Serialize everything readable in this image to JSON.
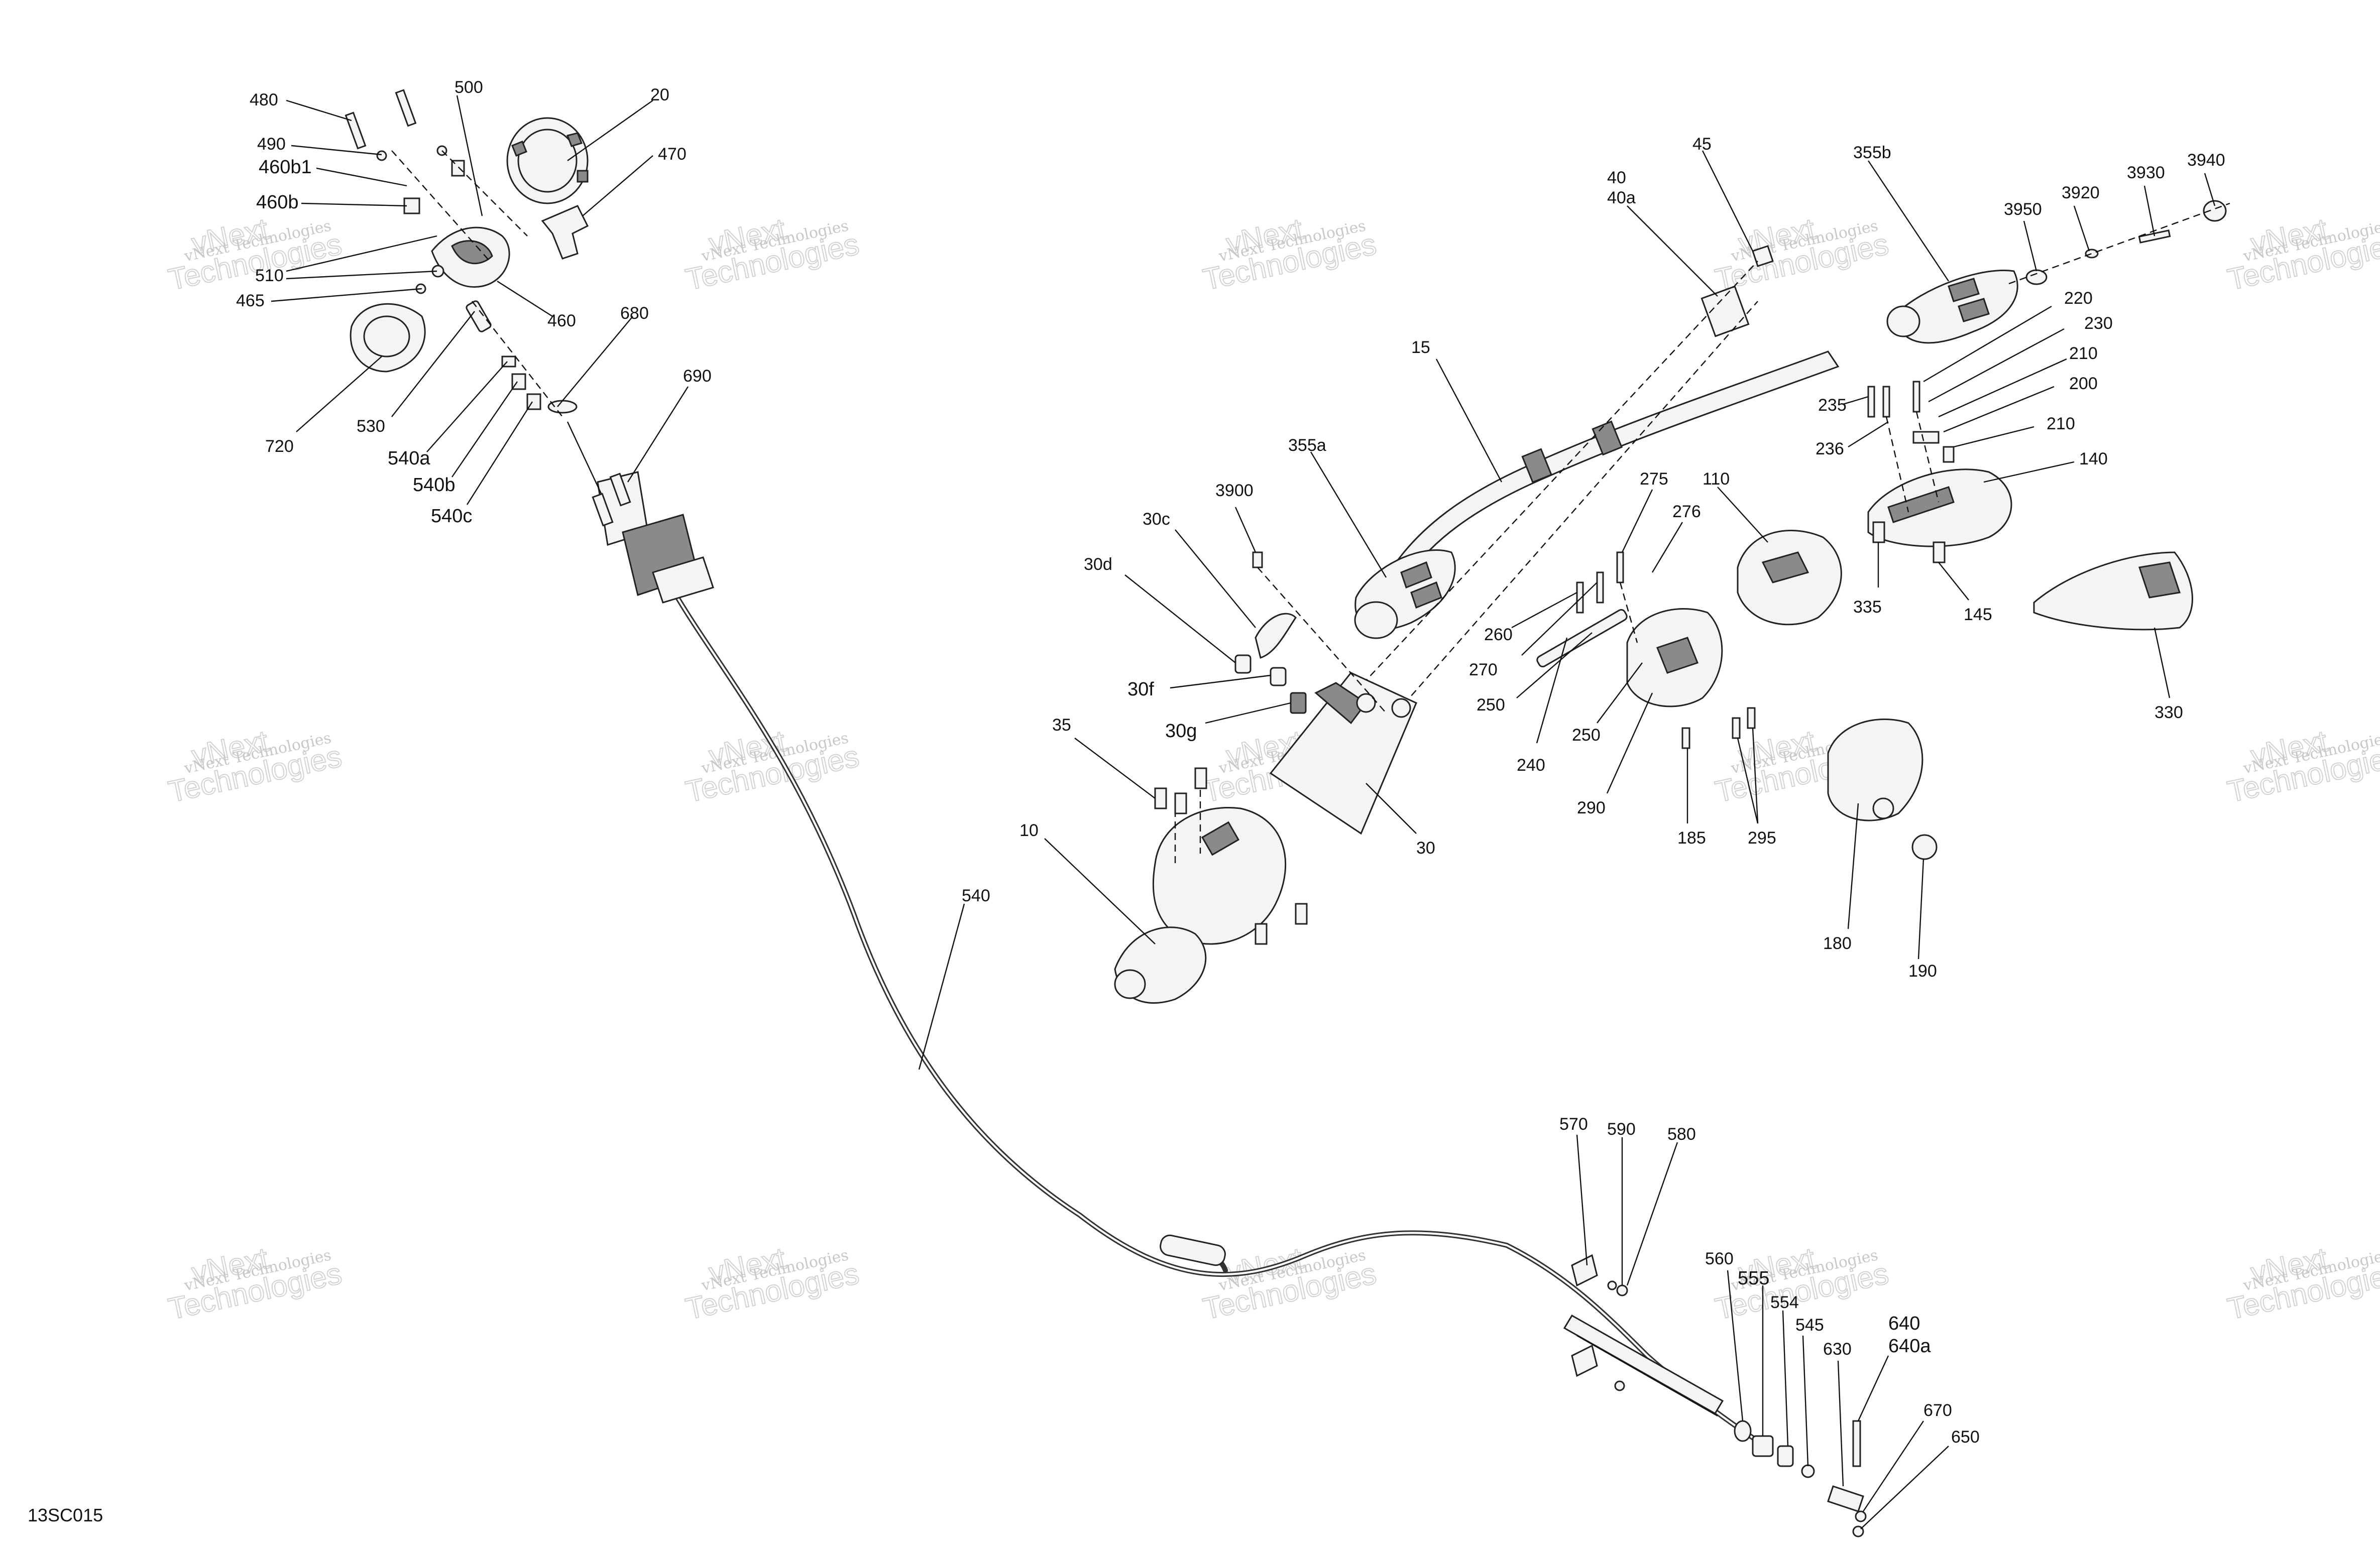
{
  "diagram_code": "13SC015",
  "watermark": {
    "line1": "vNext Technologies",
    "line2": "vNext",
    "line3": "Technologies"
  },
  "callouts": {
    "c480": "480",
    "c500": "500",
    "c20": "20",
    "c490": "490",
    "c460b1": "460b1",
    "c470": "470",
    "c460b": "460b",
    "c510": "510",
    "c465": "465",
    "c460": "460",
    "c680": "680",
    "c720": "720",
    "c530": "530",
    "c690": "690",
    "c540a": "540a",
    "c540b": "540b",
    "c540c": "540c",
    "c45": "45",
    "c40": "40",
    "c40a": "40a",
    "c355b": "355b",
    "c3940": "3940",
    "c3930": "3930",
    "c3950": "3950",
    "c3920": "3920",
    "c220": "220",
    "c230": "230",
    "c210a": "210",
    "c200": "200",
    "c210b": "210",
    "c15": "15",
    "c235": "235",
    "c236": "236",
    "c140": "140",
    "c355a": "355a",
    "c275": "275",
    "c276": "276",
    "c110": "110",
    "c3900": "3900",
    "c30c": "30c",
    "c30d": "30d",
    "c335": "335",
    "c145": "145",
    "c260": "260",
    "c270": "270",
    "c250a": "250",
    "c330": "330",
    "c30f": "30f",
    "c30g": "30g",
    "c240": "240",
    "c250b": "250",
    "c35": "35",
    "c290": "290",
    "c185": "185",
    "c295": "295",
    "c30": "30",
    "c10": "10",
    "c180": "180",
    "c190": "190",
    "c540": "540",
    "c570": "570",
    "c590": "590",
    "c580": "580",
    "c560": "560",
    "c555": "555",
    "c554": "554",
    "c545": "545",
    "c640": "640",
    "c640a": "640a",
    "c630": "630",
    "c670": "670",
    "c650": "650"
  }
}
